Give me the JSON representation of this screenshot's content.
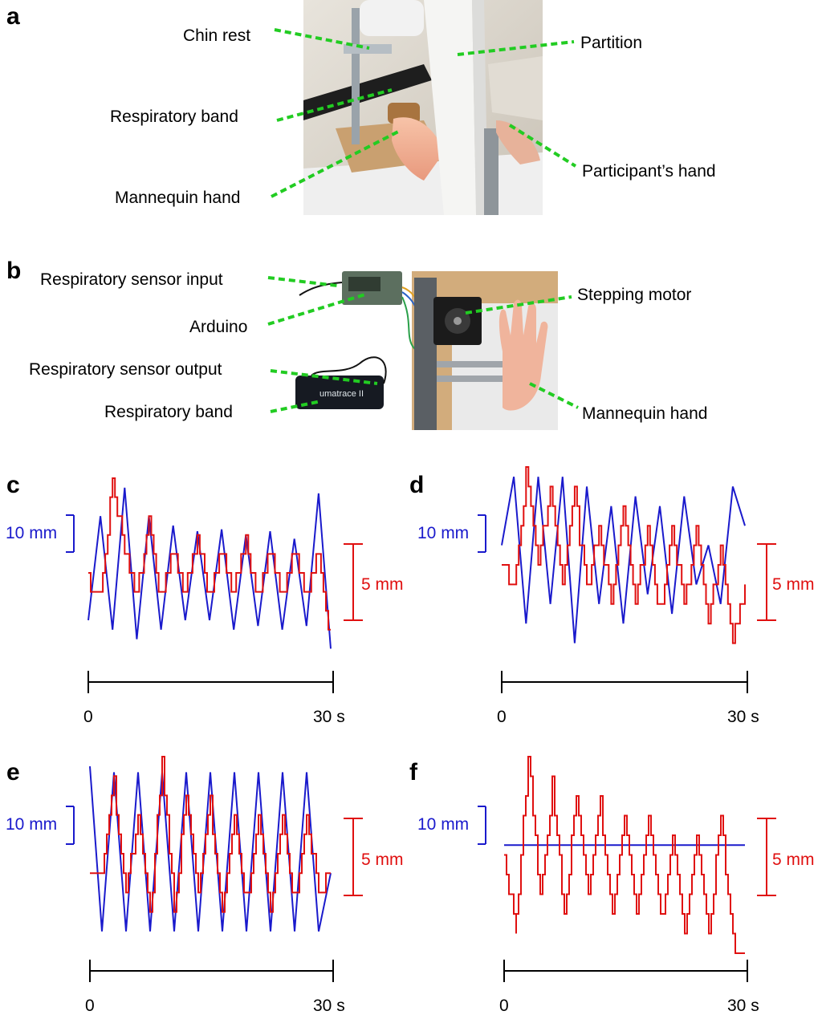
{
  "panels": {
    "a": "a",
    "b": "b",
    "c": "c",
    "d": "d",
    "e": "e",
    "f": "f"
  },
  "photo_a": {
    "labels": {
      "chin_rest": "Chin rest",
      "partition": "Partition",
      "respiratory_band": "Respiratory band",
      "participants_hand": "Participant’s hand",
      "mannequin_hand": "Mannequin hand"
    }
  },
  "photo_b": {
    "labels": {
      "sensor_input": "Respiratory sensor input",
      "stepping_motor": "Stepping motor",
      "arduino": "Arduino",
      "sensor_output": "Respiratory sensor output",
      "respiratory_band": "Respiratory band",
      "mannequin_hand": "Mannequin hand",
      "band_text": "umatrace II"
    }
  },
  "colors": {
    "respiration": "#1a1acc",
    "hand": "#e01010",
    "annotation": "#22cc22",
    "axis": "#000000"
  },
  "chart_data": [
    {
      "panel": "c",
      "type": "line",
      "scale_blue": "10 mm",
      "scale_red": "5 mm",
      "x_start": "0",
      "x_end": "30 s",
      "series": [
        {
          "color": "#1a1acc",
          "values": [
            0.25,
            0.8,
            0.2,
            0.95,
            0.15,
            0.8,
            0.2,
            0.75,
            0.25,
            0.72,
            0.25,
            0.73,
            0.2,
            0.7,
            0.22,
            0.72,
            0.2,
            0.68,
            0.22,
            0.92,
            0.1
          ]
        },
        {
          "color": "#e01010",
          "values": [
            0.45,
            0.35,
            1.0,
            0.6,
            0.4,
            0.75,
            0.35,
            0.6,
            0.4,
            0.7,
            0.35,
            0.6,
            0.4,
            0.65,
            0.35,
            0.6,
            0.4,
            0.62,
            0.35,
            0.6,
            0.15
          ]
        }
      ]
    },
    {
      "panel": "d",
      "type": "line",
      "scale_blue": "10 mm",
      "scale_red": "5 mm",
      "x_start": "0",
      "x_end": "30 s",
      "series": [
        {
          "color": "#1a1acc",
          "values": [
            0.6,
            0.95,
            0.2,
            0.95,
            0.3,
            0.95,
            0.1,
            0.9,
            0.3,
            0.8,
            0.2,
            0.85,
            0.35,
            0.8,
            0.25,
            0.85,
            0.4,
            0.6,
            0.3,
            0.9,
            0.7
          ]
        },
        {
          "color": "#e01010",
          "values": [
            0.5,
            0.4,
            0.95,
            0.5,
            0.9,
            0.4,
            0.85,
            0.35,
            0.7,
            0.3,
            0.75,
            0.3,
            0.7,
            0.25,
            0.7,
            0.3,
            0.65,
            0.2,
            0.6,
            0.1,
            0.4
          ]
        }
      ]
    },
    {
      "panel": "e",
      "type": "line",
      "scale_blue": "10 mm",
      "scale_red": "5 mm",
      "x_start": "0",
      "x_end": "30 s",
      "series": [
        {
          "color": "#1a1acc",
          "values": [
            0.95,
            0.1,
            0.92,
            0.1,
            0.92,
            0.1,
            0.92,
            0.1,
            0.92,
            0.1,
            0.92,
            0.1,
            0.92,
            0.1,
            0.92,
            0.1,
            0.92,
            0.1,
            0.92,
            0.1,
            0.4
          ]
        },
        {
          "color": "#e01010",
          "values": [
            0.35,
            0.4,
            0.85,
            0.3,
            0.7,
            0.15,
            1.0,
            0.2,
            0.8,
            0.25,
            0.75,
            0.2,
            0.7,
            0.25,
            0.72,
            0.2,
            0.68,
            0.25,
            0.7,
            0.3,
            0.4
          ]
        }
      ]
    },
    {
      "panel": "f",
      "type": "line",
      "scale_blue": "10 mm",
      "scale_red": "5 mm",
      "x_start": "0",
      "x_end": "30 s",
      "series": [
        {
          "color": "#1a1acc",
          "values": [
            0.55,
            0.55
          ]
        },
        {
          "color": "#e01010",
          "values": [
            0.45,
            0.15,
            1.0,
            0.25,
            0.85,
            0.2,
            0.82,
            0.25,
            0.75,
            0.2,
            0.7,
            0.15,
            0.68,
            0.15,
            0.6,
            0.05,
            0.55,
            0.1,
            0.7,
            0.05,
            0.0
          ]
        }
      ]
    }
  ]
}
